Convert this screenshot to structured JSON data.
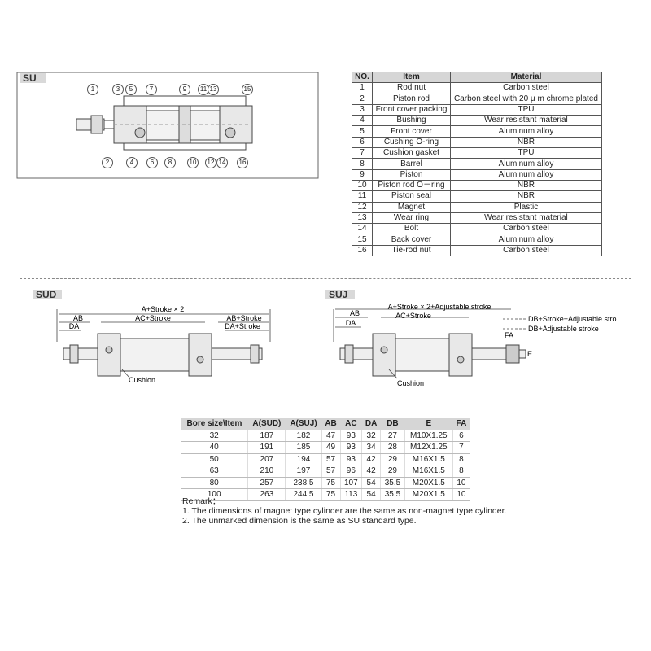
{
  "su": {
    "tag": "SU",
    "top_callouts": [
      "1",
      "3",
      "5",
      "7",
      "9",
      "11",
      "13",
      "15"
    ],
    "bottom_callouts": [
      "2",
      "4",
      "6",
      "8",
      "10",
      "12",
      "14",
      "16"
    ]
  },
  "materials": {
    "headers": [
      "NO.",
      "Item",
      "Material"
    ],
    "rows": [
      [
        "1",
        "Rod nut",
        "Carbon steel"
      ],
      [
        "2",
        "Piston rod",
        "Carbon steel with 20 μ m chrome plated"
      ],
      [
        "3",
        "Front cover packing",
        "TPU"
      ],
      [
        "4",
        "Bushing",
        "Wear resistant material"
      ],
      [
        "5",
        "Front cover",
        "Aluminum alloy"
      ],
      [
        "6",
        "Cushing O-ring",
        "NBR"
      ],
      [
        "7",
        "Cushion gasket",
        "TPU"
      ],
      [
        "8",
        "Barrel",
        "Aluminum alloy"
      ],
      [
        "9",
        "Piston",
        "Aluminum alloy"
      ],
      [
        "10",
        "Piston rod O－ring",
        "NBR"
      ],
      [
        "11",
        "Piston seal",
        "NBR"
      ],
      [
        "12",
        "Magnet",
        "Plastic"
      ],
      [
        "13",
        "Wear ring",
        "Wear resistant material"
      ],
      [
        "14",
        "Bolt",
        "Carbon steel"
      ],
      [
        "15",
        "Back cover",
        "Aluminum alloy"
      ],
      [
        "16",
        "Tie-rod nut",
        "Carbon steel"
      ]
    ]
  },
  "sud": {
    "tag": "SUD",
    "dim_a": "A+Stroke × 2",
    "dim_ab": "AB",
    "dim_ac": "AC+Stroke",
    "dim_ab_stroke": "AB+Stroke",
    "dim_da": "DA",
    "dim_da_stroke": "DA+Stroke",
    "cushion": "Cushion"
  },
  "suj": {
    "tag": "SUJ",
    "dim_a": "A+Stroke × 2+Adjustable stroke",
    "dim_ab": "AB",
    "dim_ac": "AC+Stroke",
    "dim_da": "DA",
    "dim_db": "DB+Stroke+Adjustable stroke",
    "dim_fa": "FA",
    "dim_db_adj": "DB+Adjustable stroke",
    "dim_e": "E",
    "cushion": "Cushion"
  },
  "dimensions": {
    "headers": [
      "Bore size\\Item",
      "A(SUD)",
      "A(SUJ)",
      "AB",
      "AC",
      "DA",
      "DB",
      "E",
      "FA"
    ],
    "rows": [
      [
        "32",
        "187",
        "182",
        "47",
        "93",
        "32",
        "27",
        "M10X1.25",
        "6"
      ],
      [
        "40",
        "191",
        "185",
        "49",
        "93",
        "34",
        "28",
        "M12X1.25",
        "7"
      ],
      [
        "50",
        "207",
        "194",
        "57",
        "93",
        "42",
        "29",
        "M16X1.5",
        "8"
      ],
      [
        "63",
        "210",
        "197",
        "57",
        "96",
        "42",
        "29",
        "M16X1.5",
        "8"
      ],
      [
        "80",
        "257",
        "238.5",
        "75",
        "107",
        "54",
        "35.5",
        "M20X1.5",
        "10"
      ],
      [
        "100",
        "263",
        "244.5",
        "75",
        "113",
        "54",
        "35.5",
        "M20X1.5",
        "10"
      ]
    ]
  },
  "remarks": {
    "title": "Remark：",
    "lines": [
      "1. The dimensions of magnet type cylinder are the same as non-magnet type cylinder.",
      "2. The unmarked dimension is the same as SU standard type."
    ]
  },
  "colors": {
    "tag_bar": "#d9d9d9",
    "header_bg": "#d6d6d6",
    "body_fill": "#f2f2f2",
    "line": "#444444"
  }
}
